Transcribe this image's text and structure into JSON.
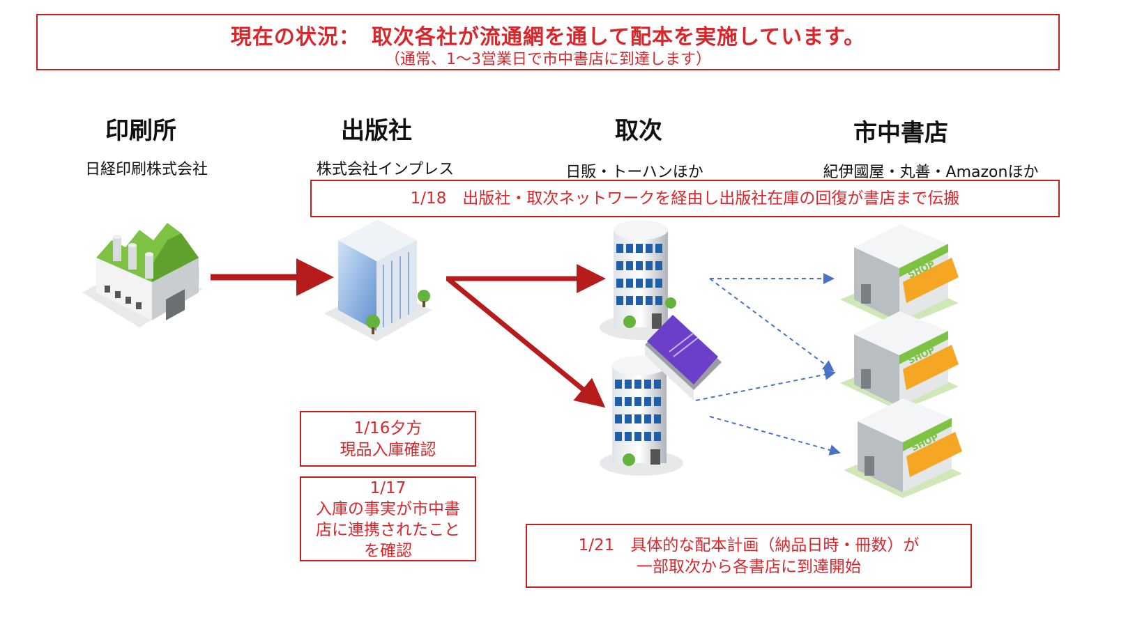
{
  "status": {
    "headline": "現在の状況：　取次各社が流通網を通して配本を実施しています。",
    "subline": "（通常、1〜3営業日で市中書店に到達します）"
  },
  "stages": [
    {
      "title": "印刷所",
      "subtitle": "日経印刷株式会社",
      "icon": "factory-icon"
    },
    {
      "title": "出版社",
      "subtitle": "株式会社インプレス",
      "icon": "office-building-icon"
    },
    {
      "title": "取次",
      "subtitle": "日販・トーハンほか",
      "icon": "distributor-tower-icon"
    },
    {
      "title": "市中書店",
      "subtitle": "紀伊國屋・丸善・Amazonほか",
      "icon": "shop-icon"
    }
  ],
  "notes": {
    "jan18": "1/18　出版社・取次ネットワークを経由し出版社在庫の回復が書店まで伝搬",
    "jan16_line1": "1/16夕方",
    "jan16_line2": "現品入庫確認",
    "jan17_line1": "1/17",
    "jan17_line2": "入庫の事実が市中書",
    "jan17_line3": "店に連携されたこと",
    "jan17_line4": "を確認",
    "jan21_line1": "1/21　具体的な配本計画（納品日時・冊数）が",
    "jan21_line2": "一部取次から各書店に到達開始"
  },
  "shop_sign": "SHOP",
  "colors": {
    "accent_red": "#d9262b",
    "arrow_red": "#b71c1c",
    "dashed_blue": "#4a72c4",
    "factory_green": "#7dc242",
    "book_purple": "#6b3fc9"
  }
}
